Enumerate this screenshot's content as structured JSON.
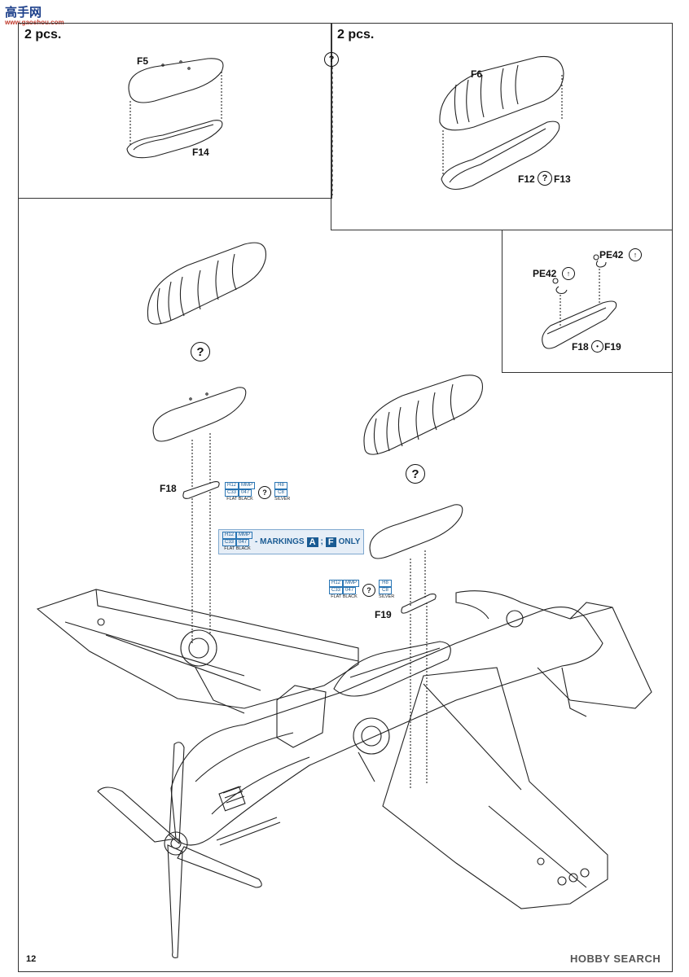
{
  "watermark": {
    "main": "高手网",
    "sub": "www.gaoshou.com"
  },
  "top_left": {
    "qty": "2 pcs.",
    "upper": "F5",
    "lower": "F14"
  },
  "top_right": {
    "qty": "2 pcs.",
    "upper": "F6",
    "lower_a": "F12",
    "lower_b": "F13"
  },
  "option_symbol": "?",
  "detail": {
    "pe_a": "PE42",
    "pe_b": "PE42",
    "part_a": "F18",
    "part_b": "F19"
  },
  "paint_codes": {
    "black": {
      "h": "H12",
      "mmp": "MMP",
      "c": "C33",
      "num": "047",
      "name": "FLAT BLACK"
    },
    "silver": {
      "h": "H8",
      "c": "C8",
      "name": "SILVER"
    }
  },
  "callouts": {
    "left_pylon": "F18",
    "right_pylon": "F19"
  },
  "markings": {
    "text": "- MARKINGS",
    "letter_a": "A",
    "sep": ";",
    "letter_b": "F",
    "only": "ONLY"
  },
  "footer": {
    "page_number": "12",
    "brand": "HOBBY SEARCH"
  }
}
